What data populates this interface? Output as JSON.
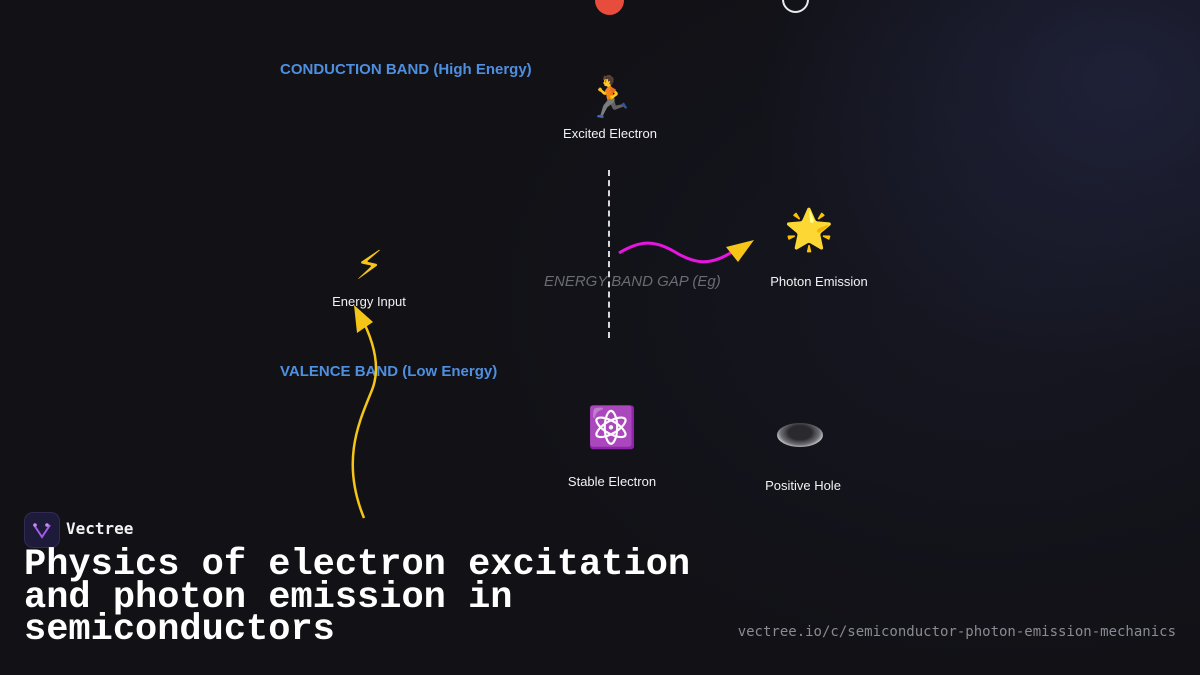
{
  "bands": {
    "conduction": "CONDUCTION BAND (High Energy)",
    "valence": "VALENCE BAND (Low Energy)",
    "gap": "ENERGY BAND GAP (Eg)"
  },
  "nodes": {
    "excited_electron": {
      "label": "Excited Electron",
      "icon": "runner-emoji",
      "glyph": "🏃"
    },
    "energy_input": {
      "label": "Energy Input",
      "icon": "lightning-emoji",
      "glyph": "⚡"
    },
    "photon_emission": {
      "label": "Photon Emission",
      "icon": "glowing-star-emoji",
      "glyph": "🌟"
    },
    "stable_electron": {
      "label": "Stable Electron",
      "icon": "atom-emoji",
      "glyph": "⚛️"
    },
    "positive_hole": {
      "label": "Positive Hole",
      "icon": "hole-emoji"
    }
  },
  "colors": {
    "background": "#111116",
    "band_label": "#4f8fe0",
    "energy_arrow": "#f5c518",
    "photon_wave": "#e815e0",
    "electron_dot": "#e74c3c"
  },
  "brand": {
    "name": "Vectree"
  },
  "title": "Physics of electron excitation and photon emission in semiconductors",
  "url": "vectree.io/c/semiconductor-photon-emission-mechanics"
}
